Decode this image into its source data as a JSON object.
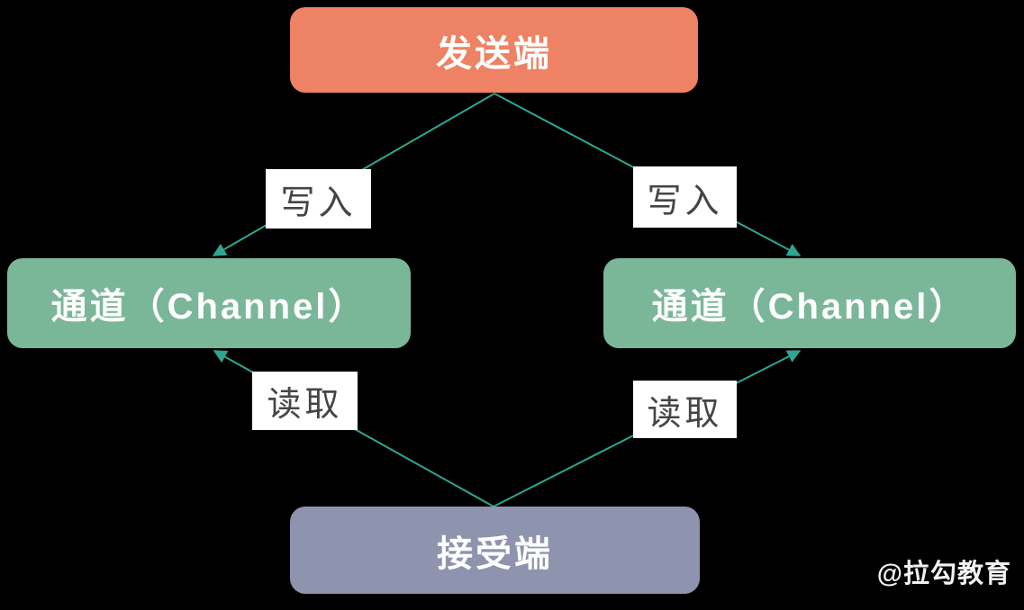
{
  "diagram": {
    "title_hint": "Go channel write/read diagram",
    "background_color": "#000000",
    "nodes": [
      {
        "id": "sender",
        "label": "发送端",
        "color": "#ED8264",
        "text_color": "#ffffff"
      },
      {
        "id": "channel-left",
        "label": "通道（Channel）",
        "color": "#7AB698",
        "text_color": "#ffffff"
      },
      {
        "id": "channel-right",
        "label": "通道（Channel）",
        "color": "#7AB698",
        "text_color": "#ffffff"
      },
      {
        "id": "receiver",
        "label": "接受端",
        "color": "#8E93AE",
        "text_color": "#ffffff"
      }
    ],
    "edges": [
      {
        "id": "write-left",
        "from": "sender",
        "to": "channel-left",
        "label": "写入"
      },
      {
        "id": "write-right",
        "from": "sender",
        "to": "channel-right",
        "label": "写入"
      },
      {
        "id": "read-left",
        "from": "receiver",
        "to": "channel-left",
        "label": "读取"
      },
      {
        "id": "read-right",
        "from": "receiver",
        "to": "channel-right",
        "label": "读取"
      }
    ],
    "edge_color": "#2FA592",
    "edge_label_style": {
      "background": "#ffffff",
      "text_color": "#454545"
    },
    "watermark": "@拉勾教育"
  }
}
